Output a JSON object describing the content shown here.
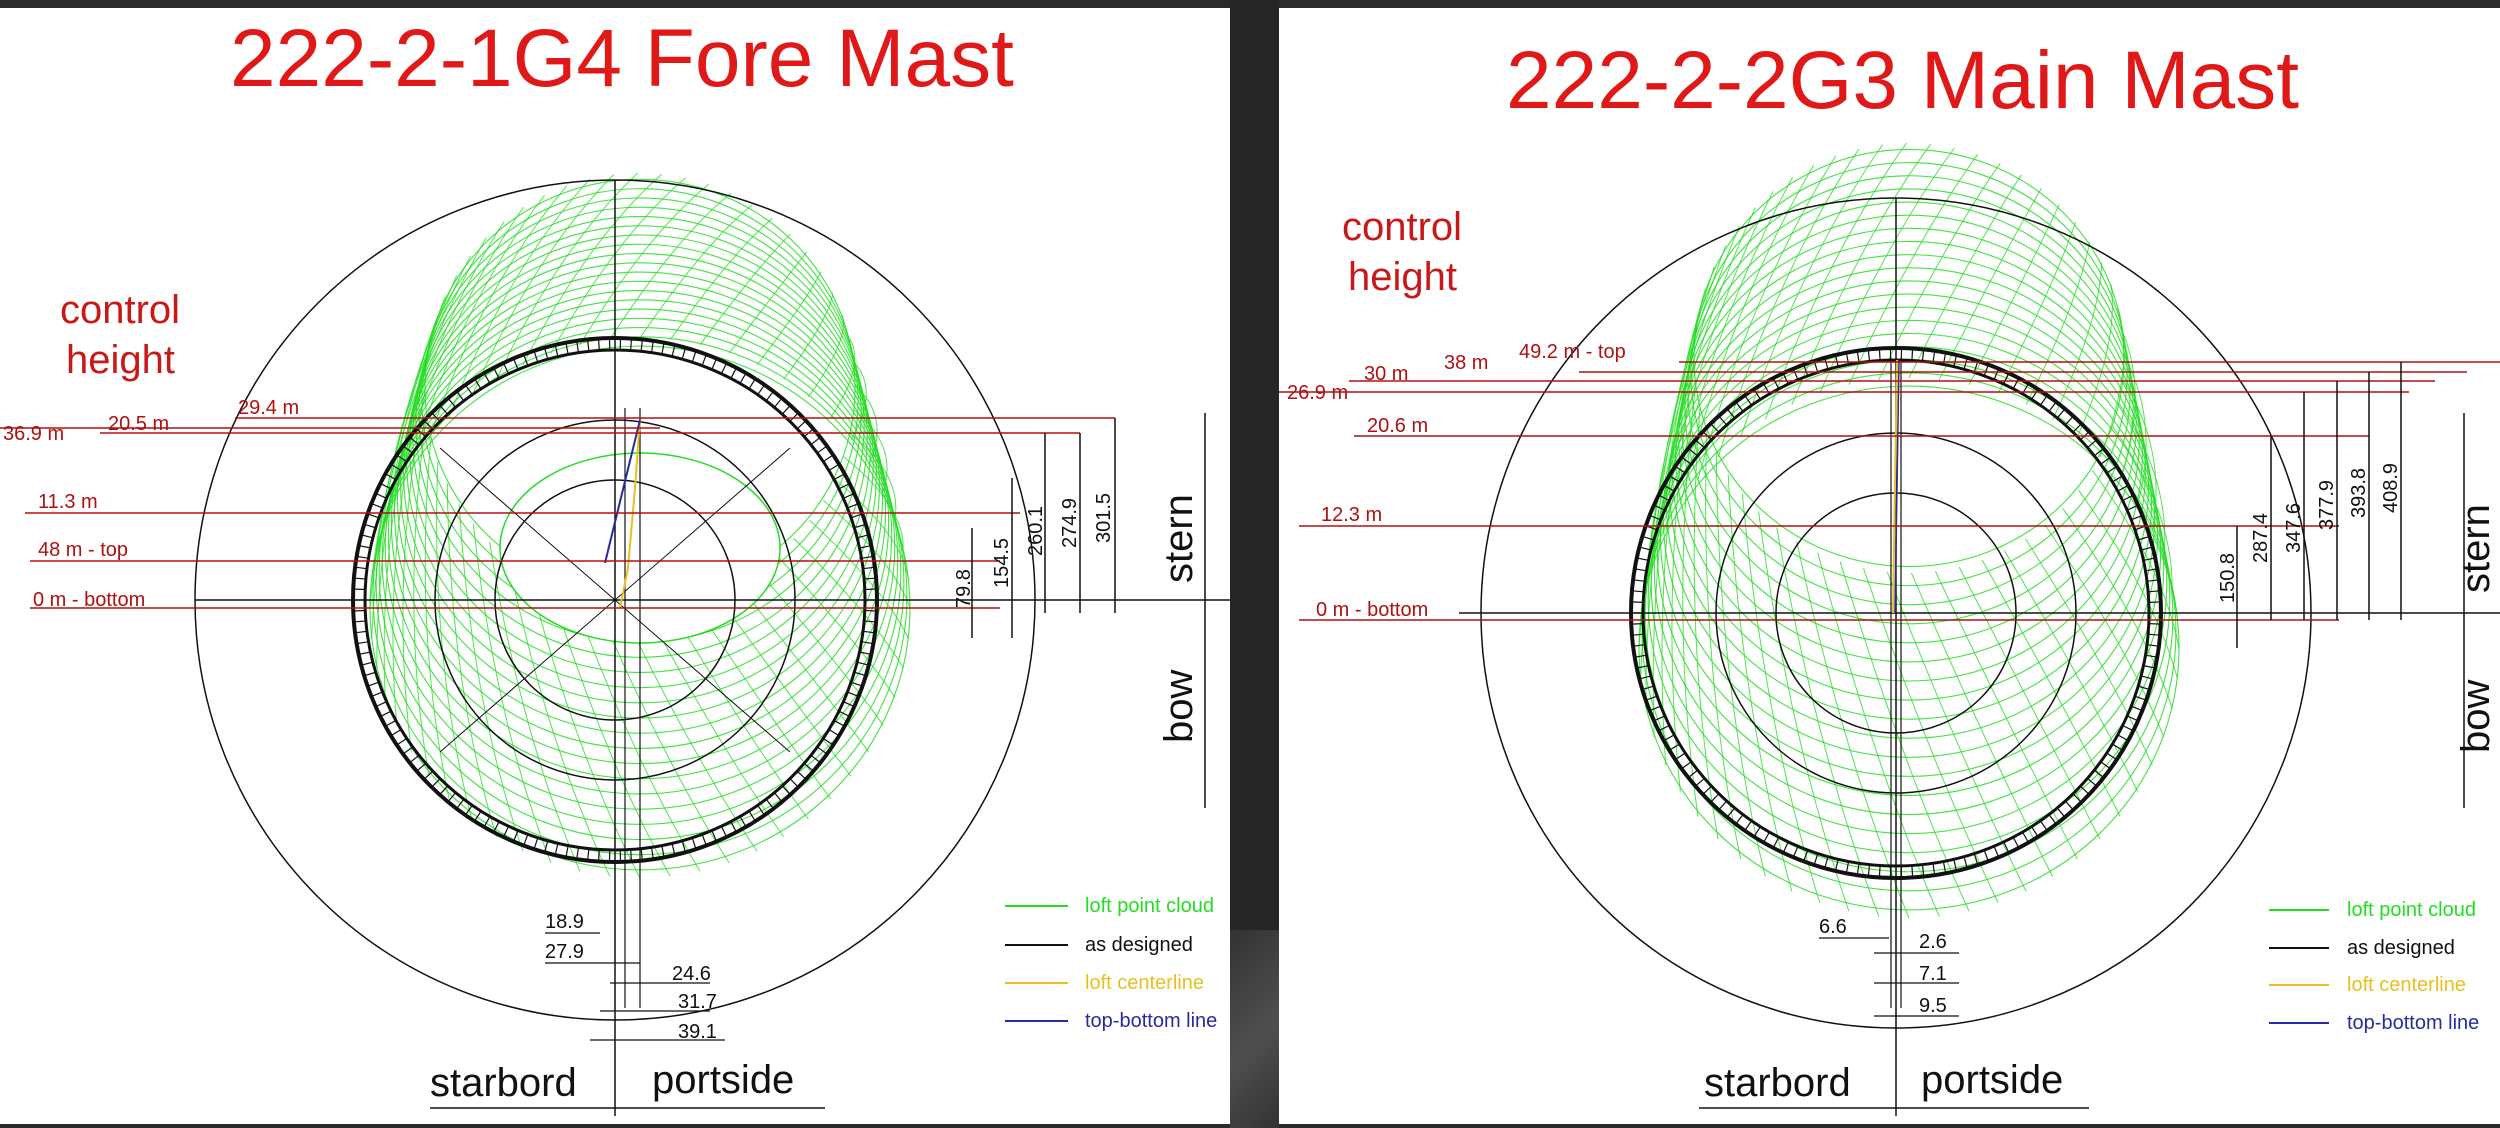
{
  "left": {
    "title": "222-2-1G4 Fore Mast",
    "control_height": [
      "control",
      "height"
    ],
    "height_labels": [
      "36.9 m",
      "20.5 m",
      "29.4 m",
      "11.3 m",
      "48 m - top",
      "0 m - bottom"
    ],
    "vertical_dims": [
      "79.8",
      "154.5",
      "260.1",
      "274.9",
      "301.5"
    ],
    "horizontal_dims": [
      "18.9",
      "27.9",
      "24.6",
      "31.7",
      "39.1"
    ],
    "directions": {
      "stern": "stern",
      "bow": "bow",
      "starboard": "starbord",
      "portside": "portside"
    },
    "legend": [
      {
        "label": "loft point cloud",
        "color": "#22dd22"
      },
      {
        "label": "as designed",
        "color": "#111111"
      },
      {
        "label": "loft centerline",
        "color": "#e8c020"
      },
      {
        "label": "top-bottom line",
        "color": "#2a2aa0"
      }
    ]
  },
  "right": {
    "title": "222-2-2G3 Main Mast",
    "control_height": [
      "control",
      "height"
    ],
    "height_labels": [
      "49.2 m - top",
      "38 m",
      "30 m",
      "26.9 m",
      "20.6 m",
      "12.3 m",
      "0 m - bottom"
    ],
    "vertical_dims": [
      "150.8",
      "287.4",
      "347.6",
      "377.9",
      "393.8",
      "408.9"
    ],
    "horizontal_dims": [
      "6.6",
      "2.6",
      "7.1",
      "9.5"
    ],
    "directions": {
      "stern": "stern",
      "bow": "bow",
      "starboard": "starbord",
      "portside": "portside"
    },
    "legend": [
      {
        "label": "loft point cloud",
        "color": "#22dd22"
      },
      {
        "label": "as designed",
        "color": "#111111"
      },
      {
        "label": "loft centerline",
        "color": "#e8c020"
      },
      {
        "label": "top-bottom line",
        "color": "#2a2aa0"
      }
    ]
  },
  "colors": {
    "title": "#e01818",
    "height_line": "#b01010",
    "cloud": "#22dd22",
    "design": "#111111"
  }
}
